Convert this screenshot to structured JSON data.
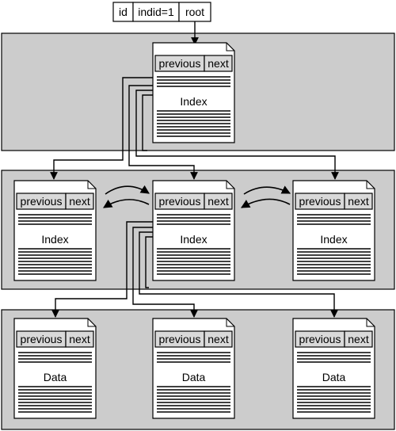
{
  "header": {
    "id_label": "id",
    "indid_label": "indid=1",
    "root_label": "root"
  },
  "levels": {
    "root": [
      {
        "previous": "previous",
        "next": "next",
        "label": "Index"
      }
    ],
    "intermediate": [
      {
        "previous": "previous",
        "next": "next",
        "label": "Index"
      },
      {
        "previous": "previous",
        "next": "next",
        "label": "Index"
      },
      {
        "previous": "previous",
        "next": "next",
        "label": "Index"
      }
    ],
    "leaf": [
      {
        "previous": "previous",
        "next": "next",
        "label": "Data"
      },
      {
        "previous": "previous",
        "next": "next",
        "label": "Data"
      },
      {
        "previous": "previous",
        "next": "next",
        "label": "Data"
      }
    ]
  },
  "colors": {
    "panel": "#cccccc",
    "header_cell": "#d9d9d9",
    "stroke": "#000000",
    "page": "#ffffff"
  }
}
